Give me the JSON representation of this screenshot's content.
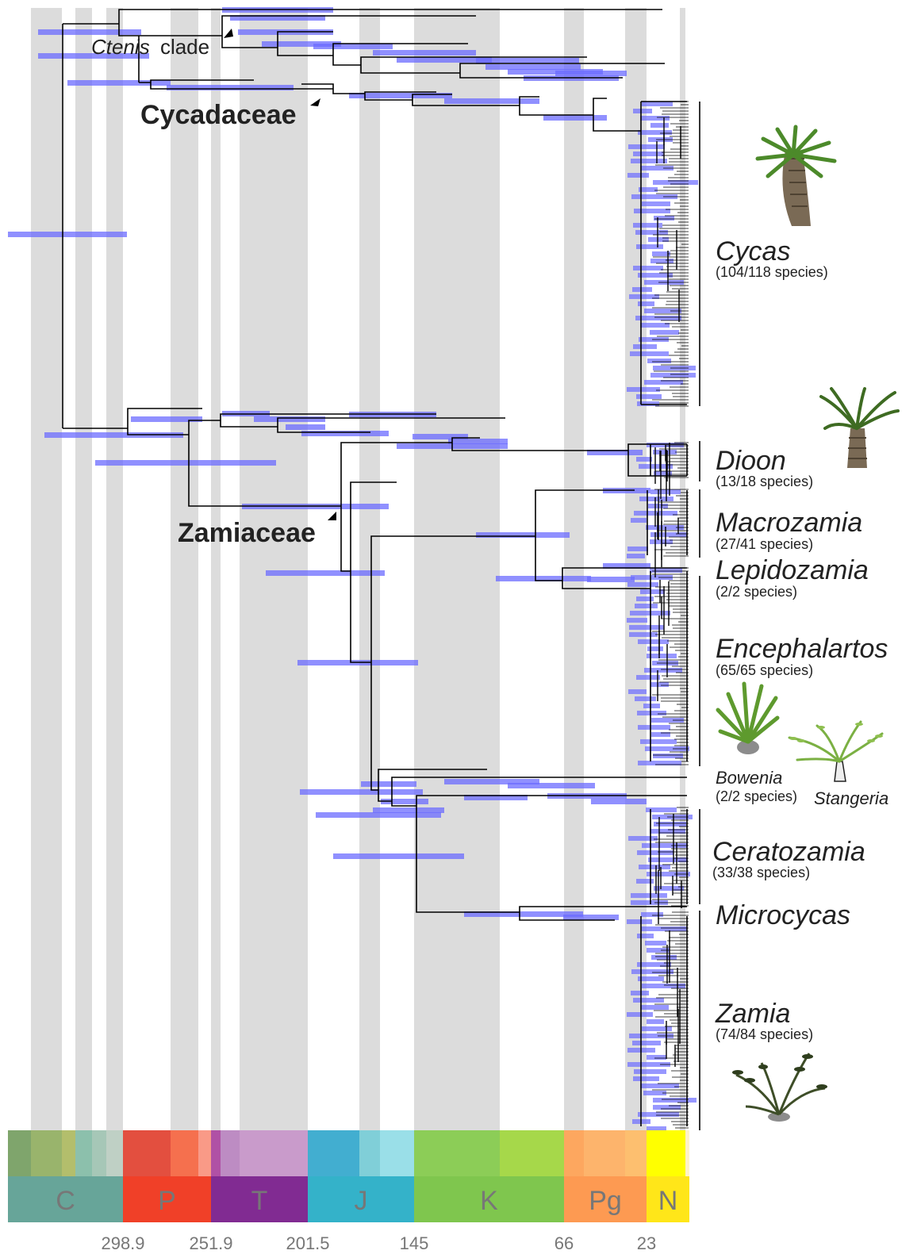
{
  "figure": {
    "type": "time-calibrated phylogeny of cycads",
    "families": {
      "cycadaceae": "Cycadaceae",
      "zamiaceae": "Zamiaceae"
    },
    "stem_clade": {
      "italic": "Ctenis",
      "suffix": "clade"
    },
    "genera": [
      {
        "name": "Cycas",
        "count": "(104/118 species)",
        "icon": "cycas-plant-icon"
      },
      {
        "name": "Dioon",
        "count": "(13/18 species)",
        "icon": "dioon-plant-icon"
      },
      {
        "name": "Macrozamia",
        "count": "(27/41 species)"
      },
      {
        "name": "Lepidozamia",
        "count": "(2/2 species)"
      },
      {
        "name": "Encephalartos",
        "count": "(65/65 species)",
        "icon": "encephalartos-plant-icon"
      },
      {
        "name": "Bowenia",
        "count": "(2/2 species)"
      },
      {
        "name": "Stangeria",
        "count": "",
        "icon": "stangeria-plant-icon"
      },
      {
        "name": "Ceratozamia",
        "count": "(33/38 species)"
      },
      {
        "name": "Microcycas",
        "count": ""
      },
      {
        "name": "Zamia",
        "count": "(74/84 species)",
        "icon": "zamia-plant-icon"
      }
    ],
    "timescale": {
      "periods": [
        {
          "label": "C",
          "color": "#67A599"
        },
        {
          "label": "P",
          "color": "#F04028"
        },
        {
          "label": "T",
          "color": "#812B92"
        },
        {
          "label": "J",
          "color": "#34B2C9"
        },
        {
          "label": "K",
          "color": "#7FC64E"
        },
        {
          "label": "Pg",
          "color": "#FD9A52"
        },
        {
          "label": "N",
          "color": "#FFE619"
        }
      ],
      "epoch_colors": [
        "#7FA56C",
        "#99B46C",
        "#B3BE6C",
        "#8CC0AC",
        "#A6C7B7",
        "#BFD0C5",
        "#E34F3F",
        "#F5704E",
        "#F99A87",
        "#B051A5",
        "#BD8CC3",
        "#C99BCB",
        "#42AED0",
        "#80CFD8",
        "#9ADFE8",
        "#8CCD57",
        "#A6D84A",
        "#FDA75F",
        "#FDB46C",
        "#FDBF6F",
        "#FFFF00",
        "#FFF2C7"
      ],
      "ticks": [
        "298.9",
        "251.9",
        "201.5",
        "145",
        "66",
        "23"
      ]
    },
    "colors": {
      "branch": "#000000",
      "ci_bar": "#6B6BFF",
      "grid_band": "#DCDCDC"
    }
  }
}
